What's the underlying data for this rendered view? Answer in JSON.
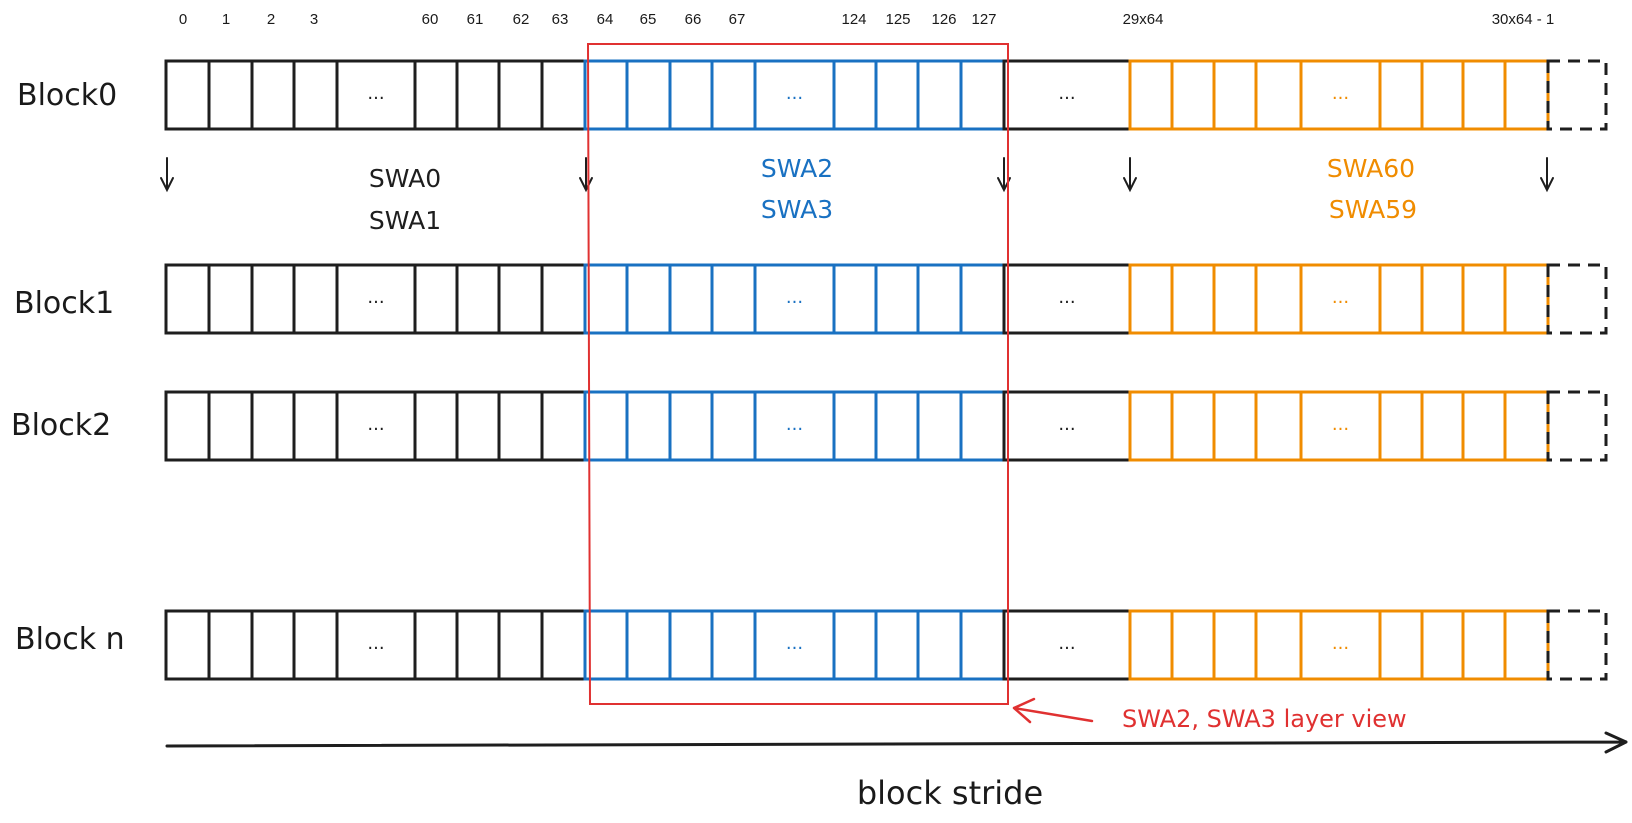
{
  "colors": {
    "black": "#1e1e1e",
    "blue": "#1971c2",
    "orange": "#f08c00",
    "red": "#e03131"
  },
  "index_labels": {
    "l0": "0",
    "l1": "1",
    "l2": "2",
    "l3": "3",
    "l60": "60",
    "l61": "61",
    "l62": "62",
    "l63": "63",
    "l64": "64",
    "l65": "65",
    "l66": "66",
    "l67": "67",
    "l124": "124",
    "l125": "125",
    "l126": "126",
    "l127": "127",
    "l29x64": "29x64",
    "l30x64": "30x64 - 1"
  },
  "rows": [
    {
      "label": "Block0"
    },
    {
      "label": "Block1"
    },
    {
      "label": "Block2"
    },
    {
      "label": "Block n"
    }
  ],
  "ellipsis": "...",
  "swa_groups": {
    "black": [
      "SWA0",
      "SWA1"
    ],
    "blue": [
      "SWA2",
      "SWA3"
    ],
    "orange": [
      "SWA60",
      "SWA59"
    ]
  },
  "layer_view_note": "SWA2, SWA3 layer view",
  "axis_label": "block stride"
}
